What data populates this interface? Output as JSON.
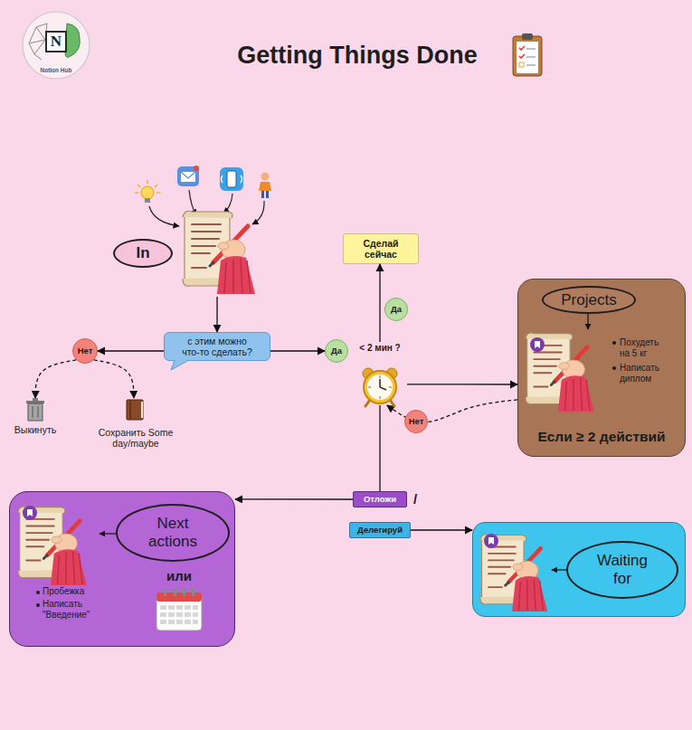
{
  "diagram": {
    "title": "Getting Things Done",
    "nodes": [
      {
        "text": [
          "In"
        ]
      },
      {
        "text": [
          "с этим можно что-то сделать?"
        ]
      },
      {
        "text": [
          "Нет"
        ]
      },
      {
        "text": [
          "Выкинуть"
        ]
      },
      {
        "text": [
          "Сохранить Some day/maybe"
        ]
      },
      {
        "text": [
          "Да"
        ]
      },
      {
        "text": [
          "< 2 мин ?"
        ]
      },
      {
        "text": [
          "Сделай сейчас"
        ]
      },
      {
        "text": [
          "Похудеть на 5 кг",
          "Написать диплом",
          "Если ≥ 2 действий"
        ]
      },
      {
        "text": [
          "Projects"
        ],
        "in": 8
      },
      {
        "text": [
          "Отложи"
        ]
      },
      {
        "text": [
          "Делегируй"
        ]
      },
      {
        "text": [
          "или",
          "Пробежка",
          "Написать \"Введение\""
        ]
      },
      {
        "text": [
          "Next actions"
        ],
        "in": 12
      },
      {
        "text": []
      },
      {
        "text": [
          "Waiting for"
        ],
        "in": 14
      }
    ],
    "edges": [
      {
        "from": 0,
        "to": 1,
        "arrow": "to"
      },
      {
        "from": 1,
        "to": 2,
        "arrow": "to"
      },
      {
        "from": 1,
        "to": 5,
        "arrow": "to"
      },
      {
        "from": 2,
        "to": 3,
        "arrow": "to"
      },
      {
        "from": 2,
        "to": 4,
        "arrow": "to"
      },
      {
        "from": 6,
        "to": 7,
        "label": "Да",
        "arrow": "to"
      },
      {
        "from": 6,
        "to": 8,
        "arrow": "to"
      },
      {
        "from": 8,
        "to": 6,
        "label": "Нет",
        "arrow": "to"
      },
      {
        "from": 6,
        "to": 10,
        "arrow": "none"
      },
      {
        "from": 10,
        "to": 12,
        "arrow": "to"
      },
      {
        "from": 11,
        "to": 14,
        "arrow": "to"
      }
    ],
    "labels": [
      "N",
      "Notion Hub",
      "/"
    ]
  }
}
